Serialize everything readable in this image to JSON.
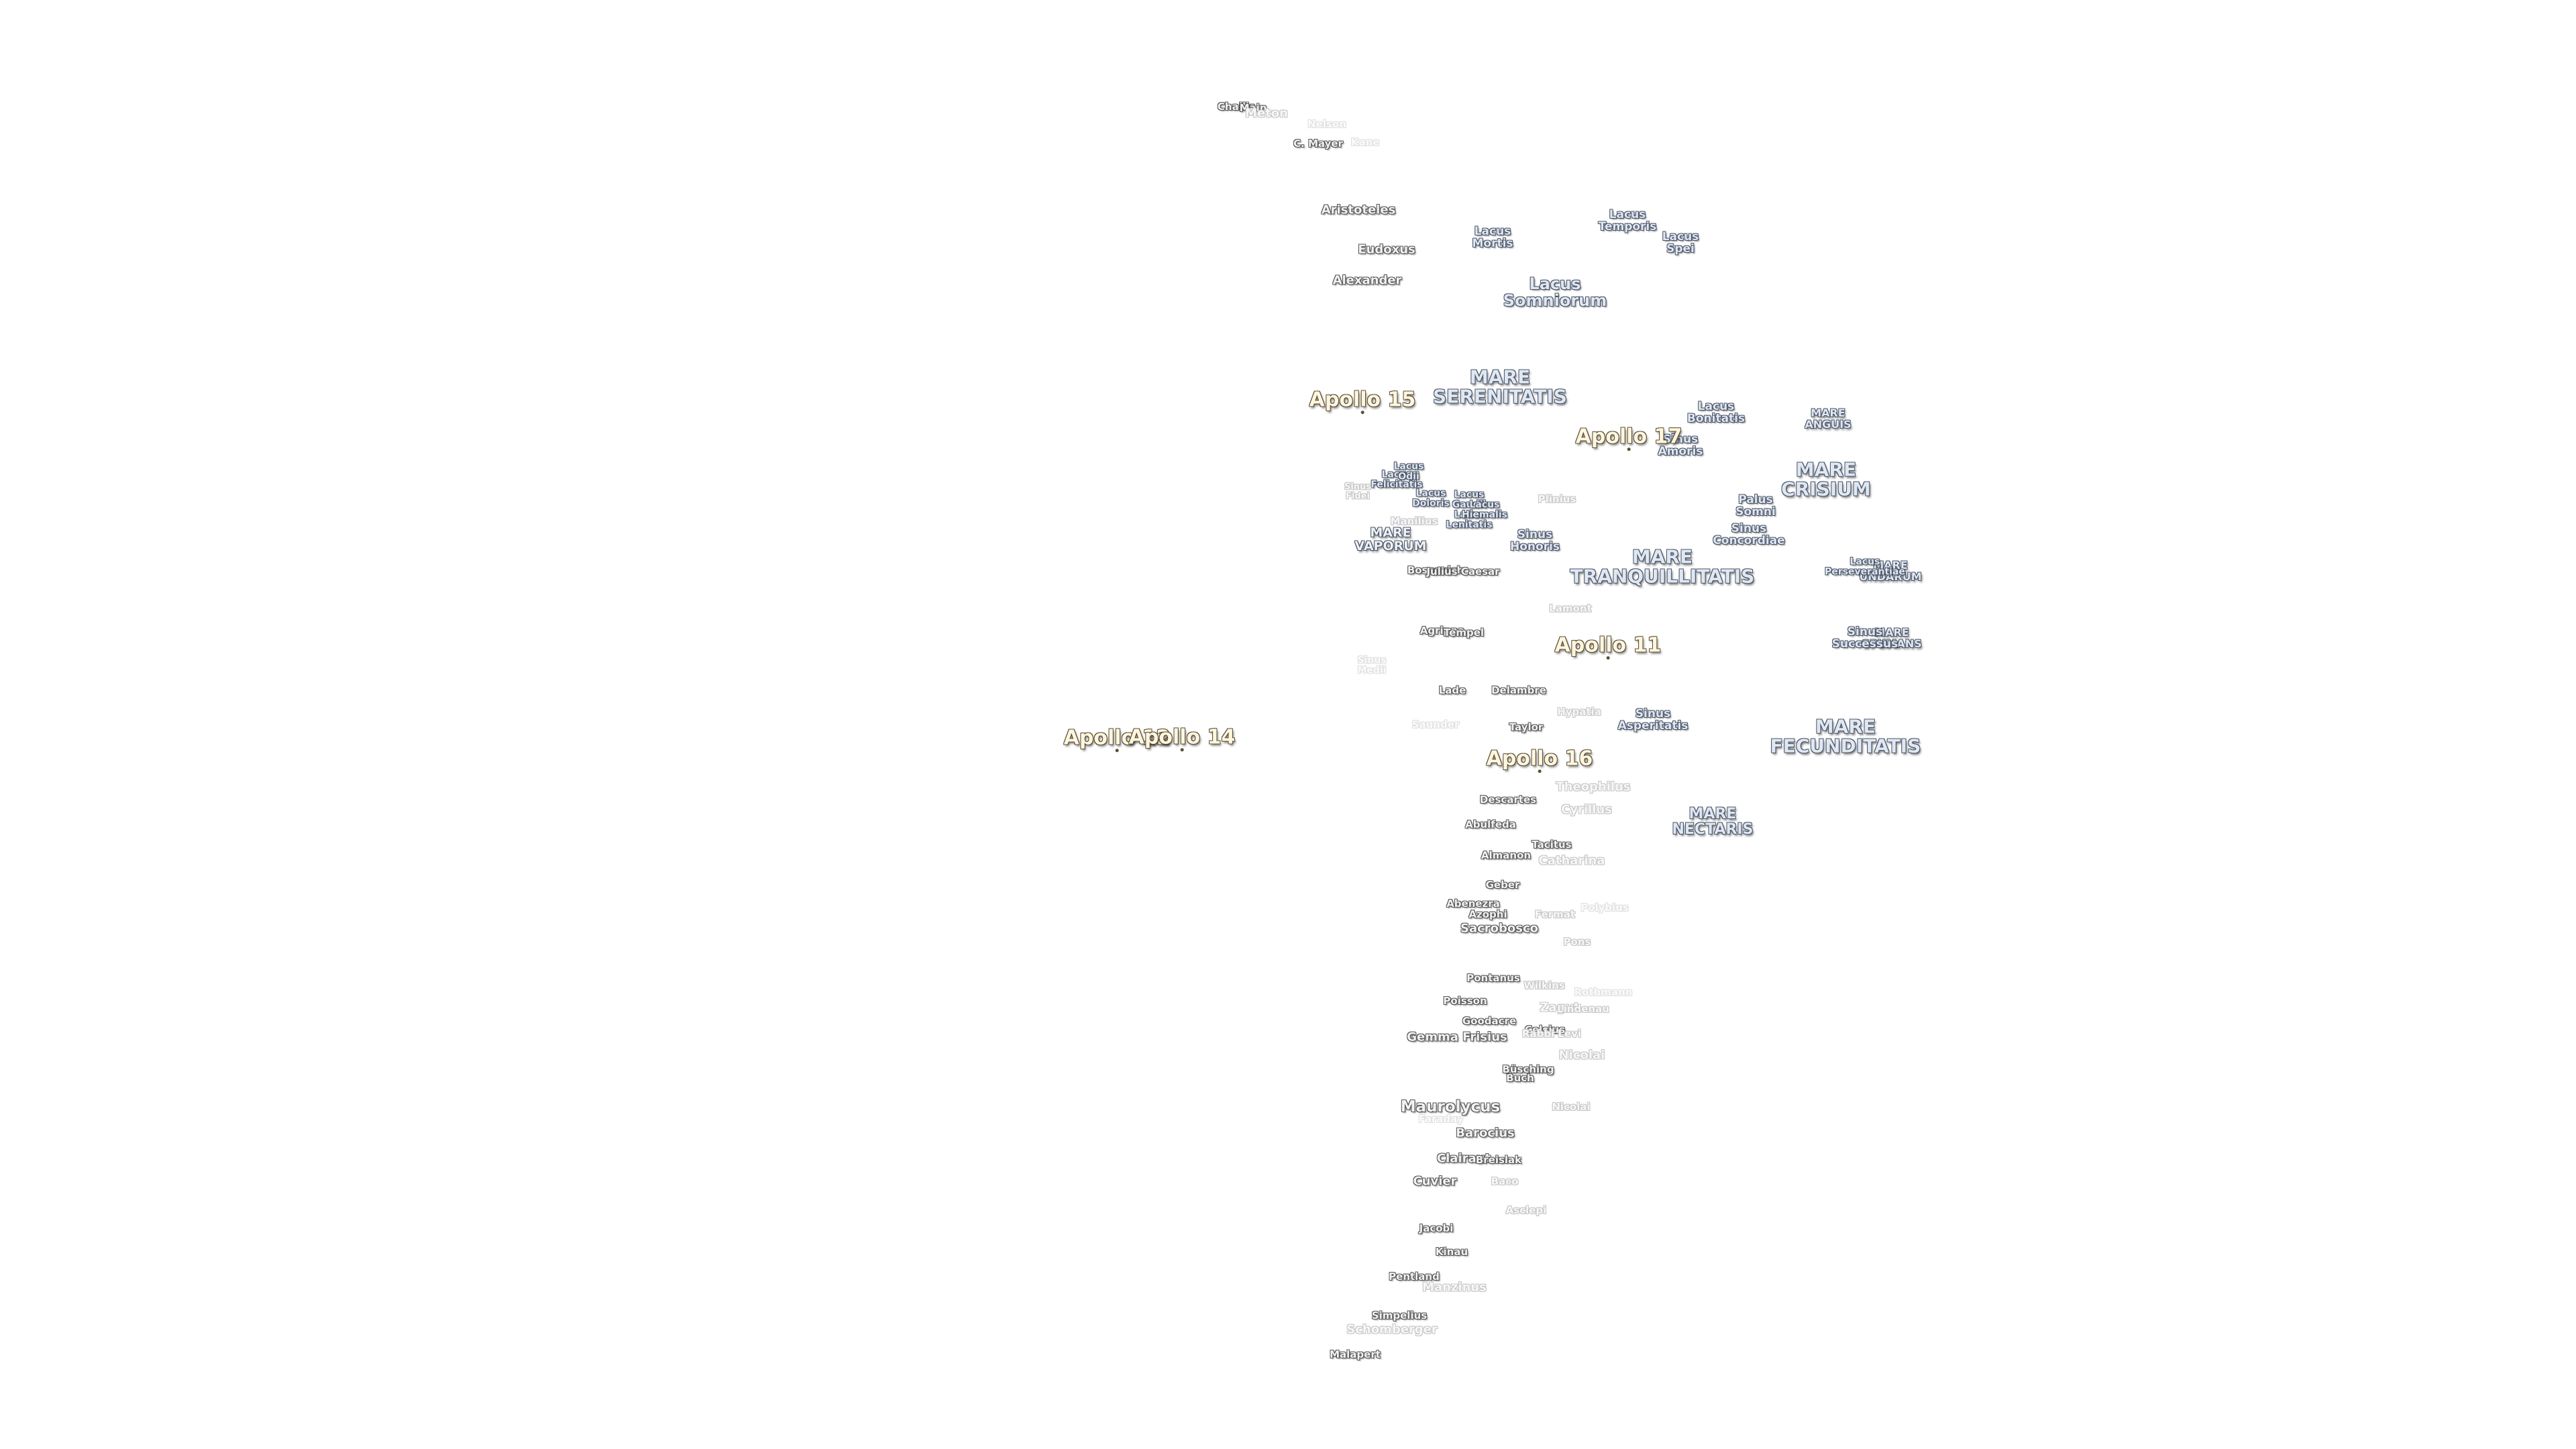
{
  "map": {
    "maria": [
      {
        "id": "mare-serenitatis",
        "lines": [
          "MARE",
          "SERENITATIS"
        ]
      },
      {
        "id": "mare-tranquillitatis",
        "lines": [
          "MARE",
          "TRANQUILLITATIS"
        ]
      },
      {
        "id": "mare-crisium",
        "lines": [
          "MARE",
          "CRISIUM"
        ]
      },
      {
        "id": "mare-fecunditatis",
        "lines": [
          "MARE",
          "FECUNDITATIS"
        ]
      },
      {
        "id": "mare-nectaris",
        "lines": [
          "MARE",
          "NECTARIS"
        ]
      },
      {
        "id": "mare-vaporum",
        "lines": [
          "MARE",
          "VAPORUM"
        ]
      },
      {
        "id": "mare-anguis",
        "lines": [
          "MARE",
          "ANGUIS"
        ]
      },
      {
        "id": "mare-undarum",
        "lines": [
          "MARE",
          "UNDARUM"
        ]
      },
      {
        "id": "mare-spumans",
        "lines": [
          "MARE",
          "SPUMANS"
        ]
      }
    ],
    "lacus": [
      {
        "id": "lacus-mortis",
        "lines": [
          "Lacus",
          "Mortis"
        ]
      },
      {
        "id": "lacus-temporis",
        "lines": [
          "Lacus",
          "Temporis"
        ]
      },
      {
        "id": "lacus-spei",
        "lines": [
          "Lacus",
          "Spei"
        ]
      },
      {
        "id": "lacus-somniorum",
        "lines": [
          "Lacus",
          "Somniorum"
        ]
      },
      {
        "id": "lacus-bonitatis",
        "lines": [
          "Lacus",
          "Bonitatis"
        ]
      },
      {
        "id": "sinus-amoris",
        "lines": [
          "Sinus",
          "Amoris"
        ]
      },
      {
        "id": "palus-somni",
        "lines": [
          "Palus",
          "Somni"
        ]
      },
      {
        "id": "sinus-concordiae",
        "lines": [
          "Sinus",
          "Concordiae"
        ]
      },
      {
        "id": "sinus-honoris",
        "lines": [
          "Sinus",
          "Honoris"
        ]
      },
      {
        "id": "sinus-asperitatis",
        "lines": [
          "Sinus",
          "Asperitatis"
        ]
      },
      {
        "id": "sinus-successus",
        "lines": [
          "Sinus",
          "Successus"
        ]
      },
      {
        "id": "lacus-perseverantiae",
        "lines": [
          "Lacus",
          "Perseverantiae"
        ]
      },
      {
        "id": "lacus-felicitatis",
        "lines": [
          "Lacus",
          "Felicitatis"
        ]
      },
      {
        "id": "lacus-doloris",
        "lines": [
          "Lacus",
          "Doloris"
        ]
      },
      {
        "id": "lacus-gaudii",
        "lines": [
          "Lacus",
          "Gaudii"
        ]
      },
      {
        "id": "lacus-lenitatis",
        "lines": [
          "Lacus",
          "Lenitatis"
        ]
      },
      {
        "id": "lacus-hiemalis",
        "lines": [
          "Lacus",
          "Hiemalis"
        ]
      },
      {
        "id": "lacus-odii",
        "lines": [
          "Lacus",
          "Odii"
        ]
      },
      {
        "id": "sinus-fidei",
        "lines": [
          "Sinus",
          "Fidei"
        ]
      },
      {
        "id": "sinus-medii",
        "lines": [
          "Sinus",
          "Medii"
        ]
      }
    ],
    "apollo": [
      {
        "id": "apollo-15",
        "text": "Apollo 15"
      },
      {
        "id": "apollo-17",
        "text": "Apollo 17"
      },
      {
        "id": "apollo-11",
        "text": "Apollo 11"
      },
      {
        "id": "apollo-16",
        "text": "Apollo 16"
      },
      {
        "id": "apollo-12",
        "text": "Apollo 12"
      },
      {
        "id": "apollo-14",
        "text": "Apollo 14"
      }
    ],
    "craters": [
      {
        "id": "c-challis",
        "text": "Challis"
      },
      {
        "id": "c-main",
        "text": "Main"
      },
      {
        "id": "c-meton",
        "text": "Meton"
      },
      {
        "id": "c-nelson",
        "text": "Nelson"
      },
      {
        "id": "c-cmayer",
        "text": "C. Mayer"
      },
      {
        "id": "c-kane",
        "text": "Kane"
      },
      {
        "id": "c-aristoteles",
        "text": "Aristoteles"
      },
      {
        "id": "c-eudoxus",
        "text": "Eudoxus"
      },
      {
        "id": "c-alexander",
        "text": "Alexander"
      },
      {
        "id": "c-plinius",
        "text": "Plinius"
      },
      {
        "id": "c-manilius",
        "text": "Manilius"
      },
      {
        "id": "c-boscovich",
        "text": "Boscovich"
      },
      {
        "id": "c-julius-caesar",
        "text": "Julius Caesar"
      },
      {
        "id": "c-lamont",
        "text": "Lamont"
      },
      {
        "id": "c-agrippa",
        "text": "Agrippa"
      },
      {
        "id": "c-tempel",
        "text": "Tempel"
      },
      {
        "id": "c-lade",
        "text": "Lade"
      },
      {
        "id": "c-delambre",
        "text": "Delambre"
      },
      {
        "id": "c-hypatia",
        "text": "Hypatia"
      },
      {
        "id": "c-taylor",
        "text": "Taylor"
      },
      {
        "id": "c-saunder",
        "text": "Saunder"
      },
      {
        "id": "c-theophilus",
        "text": "Theophilus"
      },
      {
        "id": "c-descartes",
        "text": "Descartes"
      },
      {
        "id": "c-cyrillus",
        "text": "Cyrillus"
      },
      {
        "id": "c-abulfeda",
        "text": "Abulfeda"
      },
      {
        "id": "c-tacitus",
        "text": "Tacitus"
      },
      {
        "id": "c-almanon",
        "text": "Almanon"
      },
      {
        "id": "c-catharina",
        "text": "Catharina"
      },
      {
        "id": "c-geber",
        "text": "Geber"
      },
      {
        "id": "c-abenezra",
        "text": "Abenezra"
      },
      {
        "id": "c-azophi",
        "text": "Azophi"
      },
      {
        "id": "c-fermat",
        "text": "Fermat"
      },
      {
        "id": "c-polybius",
        "text": "Polybius"
      },
      {
        "id": "c-sacrobosco",
        "text": "Sacrobosco"
      },
      {
        "id": "c-pons",
        "text": "Pons"
      },
      {
        "id": "c-pontanus",
        "text": "Pontanus"
      },
      {
        "id": "c-wilkins",
        "text": "Wilkins"
      },
      {
        "id": "c-rothmann",
        "text": "Rothmann"
      },
      {
        "id": "c-poisson",
        "text": "Poisson"
      },
      {
        "id": "c-zagut",
        "text": "Zagut"
      },
      {
        "id": "c-lindenau",
        "text": "Lindenau"
      },
      {
        "id": "c-goodacre",
        "text": "Goodacre"
      },
      {
        "id": "c-celsius",
        "text": "Celsius"
      },
      {
        "id": "c-gemma-frisius",
        "text": "Gemma Frisius"
      },
      {
        "id": "c-rabbi-levi",
        "text": "Rabbi Levi"
      },
      {
        "id": "c-nicolai",
        "text": "Nicolai"
      },
      {
        "id": "c-buch",
        "text": "Buch"
      },
      {
        "id": "c-busching",
        "text": "Büsching"
      },
      {
        "id": "c-maurolycus",
        "text": "Maurolycus"
      },
      {
        "id": "c-faraday",
        "text": "Faraday"
      },
      {
        "id": "c-nicolai2",
        "text": "Nicolai"
      },
      {
        "id": "c-barocius",
        "text": "Barocius"
      },
      {
        "id": "c-clairaut",
        "text": "Clairaut"
      },
      {
        "id": "c-breislak",
        "text": "Breislak"
      },
      {
        "id": "c-baco",
        "text": "Baco"
      },
      {
        "id": "c-cuvier",
        "text": "Cuvier"
      },
      {
        "id": "c-asclepi",
        "text": "Asclepi"
      },
      {
        "id": "c-jacobi",
        "text": "Jacobi"
      },
      {
        "id": "c-kinau",
        "text": "Kinau"
      },
      {
        "id": "c-pentland",
        "text": "Pentland"
      },
      {
        "id": "c-manzinus",
        "text": "Manzinus"
      },
      {
        "id": "c-simpelius",
        "text": "Simpelius"
      },
      {
        "id": "c-schomberger",
        "text": "Schomberger"
      },
      {
        "id": "c-malapert",
        "text": "Malapert"
      }
    ]
  },
  "colors": {
    "mare_text": "#dfe7f3",
    "mare_outline": "#4a5466",
    "apollo_text": "#fff6dd",
    "apollo_outline": "#5a4e38",
    "crater_text": "#f2f2f2",
    "crater_outline": "#555555"
  }
}
